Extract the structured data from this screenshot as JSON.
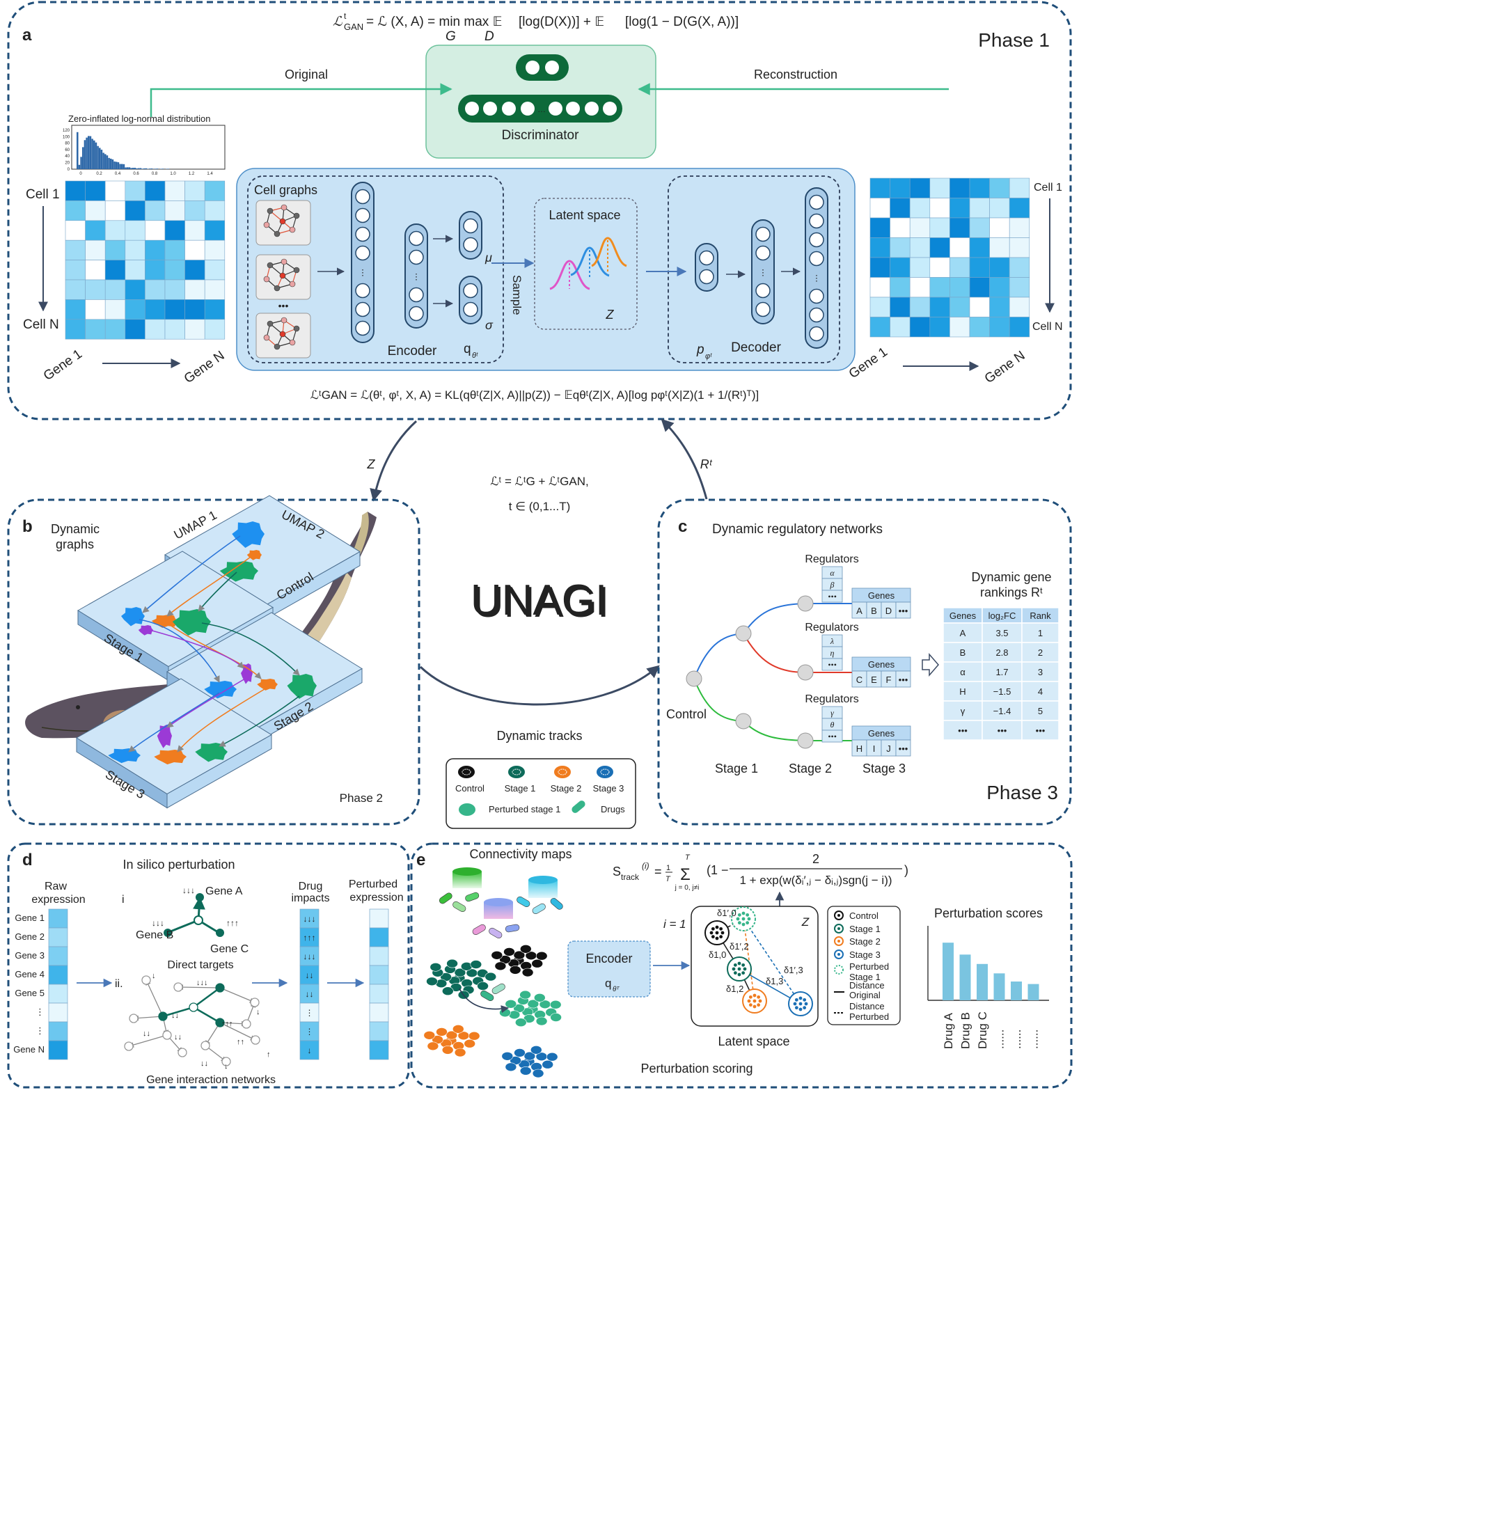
{
  "colors": {
    "panel_border": "#1f4e79",
    "green_accent": "#3dbb8c",
    "discriminator_fill": "#d4eee2",
    "vae_fill": "#c9e3f6",
    "node_fill": "#a9cbe8",
    "node_ring": "#24486b",
    "disc_ring": "#0d6a3a",
    "control": "#111111",
    "stage1": "#0d6b5a",
    "stage2": "#f07c1f",
    "stage3": "#1a6fb5",
    "perturbed": "#36b58a",
    "purple": "#9b3ad6",
    "red": "#e03a2a",
    "green_line": "#2dbb3d",
    "blue_line": "#2a74d8"
  },
  "panel_a": {
    "letter": "a",
    "phase": "Phase 1",
    "formula_top_left": "ℒ",
    "formula_top_sup": "t",
    "formula_top_sub": "GAN",
    "formula_top_main": " = ℒ (X, A) = min     max 𝔼",
    "formula_top_rest": "[log(D(X))] + 𝔼",
    "formula_top_rest2": "[log(1 − D(G(X, A))]",
    "formula_top_under_g": "G",
    "formula_top_under_d": "D",
    "original_label": "Original",
    "reconstruction_label": "Reconstruction",
    "discriminator_label": "Discriminator",
    "dist_title": "Zero-inflated log-normal distribution",
    "dist_yticks": [
      "120",
      "100",
      "80",
      "60",
      "40",
      "20",
      "0"
    ],
    "dist_xticks": [
      "0",
      "0.2",
      "0.4",
      "0.6",
      "0.8",
      "1.0",
      "1.2",
      "1.4"
    ],
    "cell_1": "Cell 1",
    "cell_n": "Cell N",
    "gene_1": "Gene 1",
    "gene_n": "Gene N",
    "cell_graphs": "Cell graphs",
    "ellipsis": "•••",
    "encoder": "Encoder",
    "q_label": "q",
    "q_sub": "θᵗ",
    "mu": "μ",
    "sigma": "σ",
    "sample": "Sample",
    "latent_space": "Latent space",
    "z_label": "Z",
    "p_label": "p",
    "p_sub": "φᵗ",
    "decoder": "Decoder",
    "formula_bottom": "ℒᵗGAN = ℒ(θᵗ, φᵗ, X, A) = KL(qθᵗ(Z|X, A)||p(Z)) − 𝔼qθᵗ(Z|X, A)[log pφᵗ(X|Z)(1 + 1/(Rᵗ)ᵀ)]"
  },
  "center": {
    "z_arrow": "Z",
    "r_arrow": "Rᵗ",
    "loss": "ℒᵗ = ℒᵗG + ℒᵗGAN,",
    "t_range": "t ∈ (0,1...T)",
    "title": "UNAGI",
    "dynamic_tracks": "Dynamic tracks",
    "legend": [
      "Control",
      "Stage 1",
      "Stage 2",
      "Stage 3",
      "Perturbed stage 1",
      "Drugs"
    ]
  },
  "panel_b": {
    "letter": "b",
    "title_line1": "Dynamic",
    "title_line2": "graphs",
    "umap1": "UMAP 1",
    "umap2": "UMAP 2",
    "layers": [
      "Control",
      "Stage 1",
      "Stage 2",
      "Stage 3"
    ],
    "phase": "Phase 2"
  },
  "panel_c": {
    "letter": "c",
    "title": "Dynamic regulatory networks",
    "regulators": "Regulators",
    "reg_sets": [
      [
        "α",
        "β",
        "•••"
      ],
      [
        "λ",
        "η",
        "•••"
      ],
      [
        "γ",
        "θ",
        "•••"
      ]
    ],
    "genes_header": "Genes",
    "gene_sets": [
      [
        "A",
        "B",
        "D",
        "•••"
      ],
      [
        "C",
        "E",
        "F",
        "•••"
      ],
      [
        "H",
        "I",
        "J",
        "•••"
      ]
    ],
    "control": "Control",
    "stages": [
      "Stage 1",
      "Stage 2",
      "Stage 3"
    ],
    "rank_title_1": "Dynamic gene",
    "rank_title_2": "rankings Rᵗ",
    "rank_headers": [
      "Genes",
      "log₂FC",
      "Rank"
    ],
    "rank_rows": [
      [
        "A",
        "3.5",
        "1"
      ],
      [
        "B",
        "2.8",
        "2"
      ],
      [
        "α",
        "1.7",
        "3"
      ],
      [
        "H",
        "−1.5",
        "4"
      ],
      [
        "γ",
        "−1.4",
        "5"
      ],
      [
        "•••",
        "•••",
        "•••"
      ]
    ],
    "phase": "Phase 3"
  },
  "panel_d": {
    "letter": "d",
    "title": "In silico perturbation",
    "raw_expression_1": "Raw",
    "raw_expression_2": "expression",
    "genes": [
      "Gene 1",
      "Gene 2",
      "Gene 3",
      "Gene 4",
      "Gene 5",
      "⋮",
      "⋮",
      "Gene N"
    ],
    "step_i": "i",
    "step_ii": "ii.",
    "gene_a": "Gene A",
    "gene_b": "Gene B",
    "gene_c": "Gene C",
    "direct_targets": "Direct targets",
    "network_label": "Gene interaction networks",
    "drug_impacts_1": "Drug",
    "drug_impacts_2": "impacts",
    "perturbed_1": "Perturbed",
    "perturbed_2": "expression",
    "impacts": [
      "↓↓↓",
      "↑↑↑",
      "↓↓↓",
      "↓↓",
      "↓↓",
      "⋮",
      "⋮",
      "↓"
    ]
  },
  "panel_e": {
    "letter": "e",
    "connectivity": "Connectivity maps",
    "formula": "S_track(i) = 1/T Σ (1 − 2 / (1 + exp(w(δi′,j − δi,j)sgn(j − i))))",
    "sum_top": "T",
    "sum_bottom": "j = 0, j≠i",
    "encoder": "Encoder",
    "encoder_q": "q",
    "encoder_q_sub": "θᵀ",
    "i_eq": "i = 1",
    "z": "Z",
    "latent_space": "Latent space",
    "scoring": "Perturbation scoring",
    "deltas": [
      "δ1′,0",
      "δ1,0",
      "δ1′,2",
      "δ1,2",
      "δ1,3",
      "δ1′,3"
    ],
    "legend": [
      "Control",
      "Stage 1",
      "Stage 2",
      "Stage 3",
      "Perturbed",
      "Stage 1",
      "Distance",
      "Original",
      "Distance",
      "Perturbed"
    ],
    "scores_title": "Perturbation scores",
    "drugs": [
      "Drug A",
      "Drug B",
      "Drug C",
      "......",
      "......",
      "......"
    ],
    "scores": [
      0.92,
      0.73,
      0.58,
      0.43,
      0.3,
      0.26
    ]
  }
}
